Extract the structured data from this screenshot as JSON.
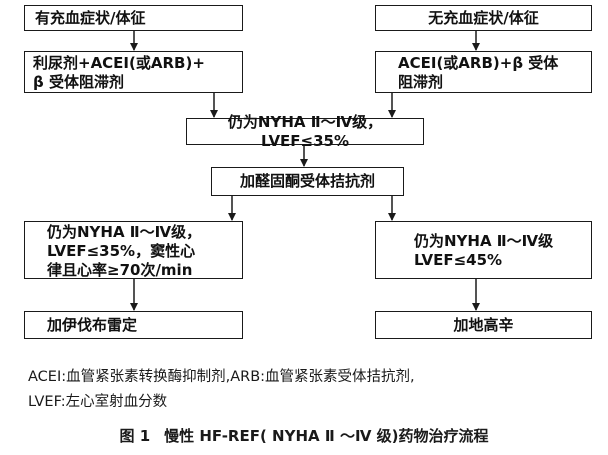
{
  "nodes": {
    "symptoms_yes": "有充血症状/体征",
    "symptoms_no": "无充血症状/体征",
    "drugs_left_line1": "利尿剂+ACEI(或ARB)+",
    "drugs_left_line2": "β 受体阻滞剂",
    "drugs_right_line1": "ACEI(或ARB)+β 受体",
    "drugs_right_line2": "阻滞剂",
    "nyha_check": "仍为NYHA Ⅱ～Ⅳ级，LVEF≤35%",
    "aldosterone": "加醛固酮受体拮抗剂",
    "cond_left_line1": "仍为NYHA Ⅱ～Ⅳ级，",
    "cond_left_line2": "LVEF≤35%，窦性心",
    "cond_left_line3": "律且心率≥70次/min",
    "cond_right_line1": "仍为NYHA Ⅱ～Ⅳ级",
    "cond_right_line2": "LVEF≤45%",
    "ivabradine": "加伊伐布雷定",
    "digoxin": "加地高辛"
  },
  "notes": {
    "line1": "ACEI:血管紧张素转换酶抑制剂,ARB:血管紧张素受体拮抗剂,",
    "line2": "LVEF:左心室射血分数"
  },
  "caption": {
    "label": "图 1",
    "text": "慢性 HF-REF( NYHA Ⅱ ～Ⅳ 级)药物治疗流程"
  }
}
